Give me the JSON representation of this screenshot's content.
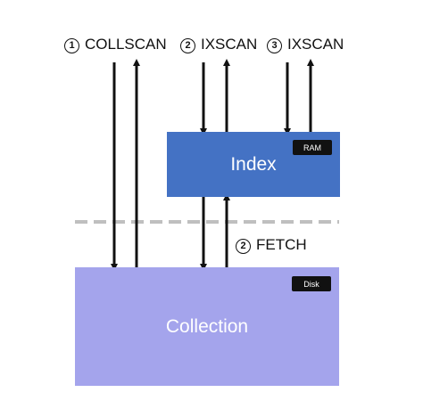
{
  "labels": {
    "collscan": {
      "num": "1",
      "text": "COLLSCAN"
    },
    "ixscan_2": {
      "num": "2",
      "text": "IXSCAN"
    },
    "ixscan_3": {
      "num": "3",
      "text": "IXSCAN"
    },
    "fetch": {
      "num": "2",
      "text": "FETCH"
    }
  },
  "index_box": {
    "title": "Index",
    "badge": "RAM",
    "color": "#4472c4"
  },
  "collection_box": {
    "title": "Collection",
    "badge": "Disk",
    "color": "#a4a4ec"
  },
  "divider": {
    "style": "dashed",
    "color": "#bfbfbf"
  },
  "arrow_color": "#111111"
}
